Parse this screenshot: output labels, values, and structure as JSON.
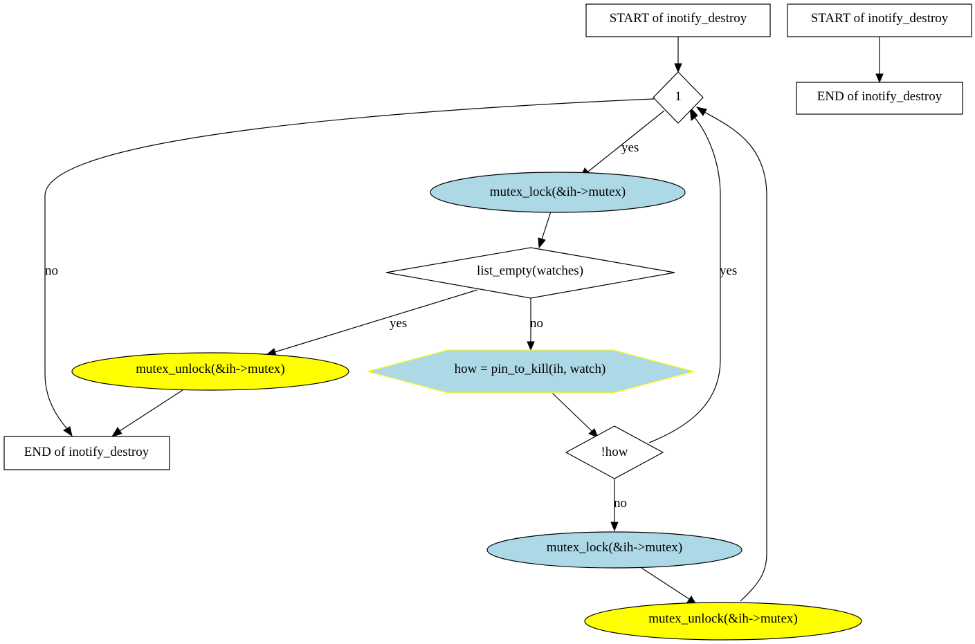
{
  "nodes": {
    "start_main": "START of inotify_destroy",
    "start_side": "START of inotify_destroy",
    "end_side": "END of inotify_destroy",
    "cond_loop": "1",
    "lock_first": "mutex_lock(&ih->mutex)",
    "cond_empty": "list_empty(watches)",
    "unlock_exit": "mutex_unlock(&ih->mutex)",
    "pin_kill": "how = pin_to_kill(ih, watch)",
    "end_main": "END of inotify_destroy",
    "cond_how": "!how",
    "lock_second": "mutex_lock(&ih->mutex)",
    "unlock_loop": "mutex_unlock(&ih->mutex)"
  },
  "edges": {
    "loop_yes": "yes",
    "loop_no": "no",
    "empty_yes": "yes",
    "empty_no": "no",
    "how_yes": "yes",
    "how_no": "no"
  },
  "colors": {
    "lightblue": "#add8e6",
    "yellow": "#ffff00",
    "white": "#ffffff",
    "stroke": "#000000"
  }
}
